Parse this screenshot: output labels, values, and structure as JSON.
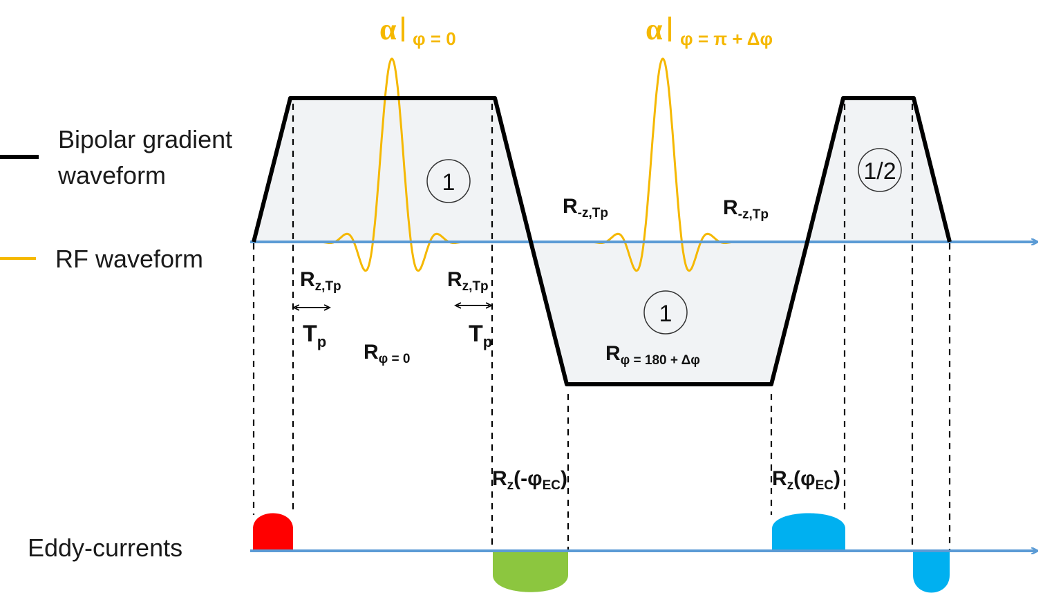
{
  "legend": {
    "gradient_label_line1": "Bipolar gradient",
    "gradient_label_line2": "waveform",
    "rf_label": "RF waveform",
    "eddy_label": "Eddy-currents"
  },
  "colors": {
    "gradient": "#000000",
    "rf": "#f5b800",
    "axis": "#5b9bd5",
    "lobe_fill": "#f1f3f5",
    "eddy_red": "#ff0000",
    "eddy_green": "#8cc63f",
    "eddy_blue": "#00b0f0"
  },
  "rf_pulses": {
    "first": {
      "symbol": "α",
      "subscript": "φ = 0"
    },
    "second": {
      "symbol": "α",
      "subscript": "φ = π + Δφ"
    }
  },
  "lobes": {
    "first_area": "1",
    "second_area": "1",
    "third_area": "1/2"
  },
  "labels": {
    "r_neg_z_tp_left": {
      "main": "R",
      "sub": "-z,Tp"
    },
    "r_neg_z_tp_right": {
      "main": "R",
      "sub": "-z,Tp"
    },
    "r_z_tp_left": {
      "main": "R",
      "sub": "z,Tp"
    },
    "r_z_tp_right": {
      "main": "R",
      "sub": "z,Tp"
    },
    "tp_left": {
      "main": "T",
      "sub": "p"
    },
    "tp_right": {
      "main": "T",
      "sub": "p"
    },
    "r_phi_0": {
      "main": "R",
      "sub": "φ = 0"
    },
    "r_phi_180": {
      "main": "R",
      "sub": "φ = 180 + Δφ"
    },
    "rz_neg_phi_ec": {
      "main": "R",
      "sub1": "z",
      "mid": "(-φ",
      "sub2": "EC",
      "end": ")"
    },
    "rz_phi_ec": {
      "main": "R",
      "sub1": "z",
      "mid": "(φ",
      "sub2": "EC",
      "end": ")"
    }
  }
}
